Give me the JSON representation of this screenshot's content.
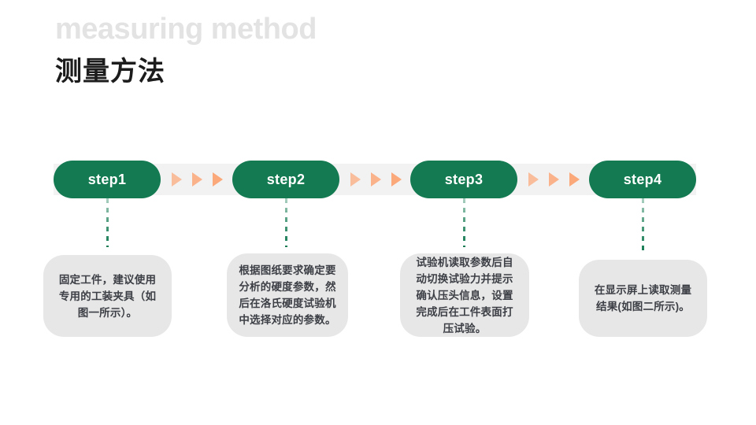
{
  "header": {
    "title_en": "measuring method",
    "title_cn": "测量方法"
  },
  "colors": {
    "pill_green": "#137A52",
    "arrow_orange": "#FBA87A",
    "track_gray": "#F2F2F2",
    "card_gray": "#E7E7E7",
    "title_en_gray": "#E3E3E3",
    "title_cn_dark": "#1C1C1C",
    "body_text": "#3C3F45"
  },
  "pipeline": {
    "steps": [
      {
        "label": "step1"
      },
      {
        "label": "step2"
      },
      {
        "label": "step3"
      },
      {
        "label": "step4"
      }
    ],
    "arrow_groups": 3,
    "arrows_per_group": 3
  },
  "cards": [
    {
      "text": "固定工件，建议使用专用的工装夹具（如图一所示）。"
    },
    {
      "text": "根据图纸要求确定要分析的硬度参数，然后在洛氏硬度试验机中选择对应的参数。"
    },
    {
      "text": "试验机读取参数后自动切换试验力并提示确认压头信息，设置完成后在工件表面打压试验。"
    },
    {
      "text": "在显示屏上读取测量结果(如图二所示)。"
    }
  ]
}
